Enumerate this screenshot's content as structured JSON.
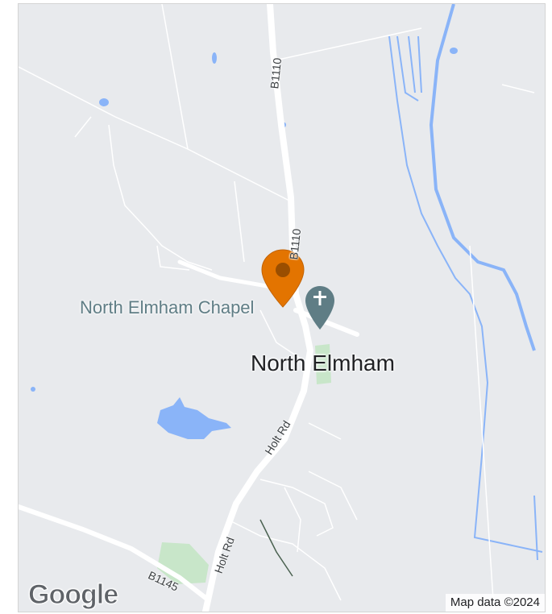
{
  "map": {
    "place_label": "North Elmham",
    "poi": {
      "label": "North Elmham Chapel",
      "icon": "church-cross-icon"
    },
    "roads": {
      "b1110_north": "B1110",
      "b1110_south": "B1110",
      "holt_rd_upper": "Holt Rd",
      "holt_rd_lower": "Holt Rd",
      "b1145": "B1145"
    },
    "marker": {
      "icon": "map-pin-icon",
      "color": "#e37400"
    },
    "colors": {
      "land": "#e8eaed",
      "road": "#ffffff",
      "water": "#8ab4f8",
      "park": "#c8e6c9",
      "poi_text": "#5f7d85"
    }
  },
  "branding": {
    "logo": "Google"
  },
  "attribution": "Map data ©2024"
}
